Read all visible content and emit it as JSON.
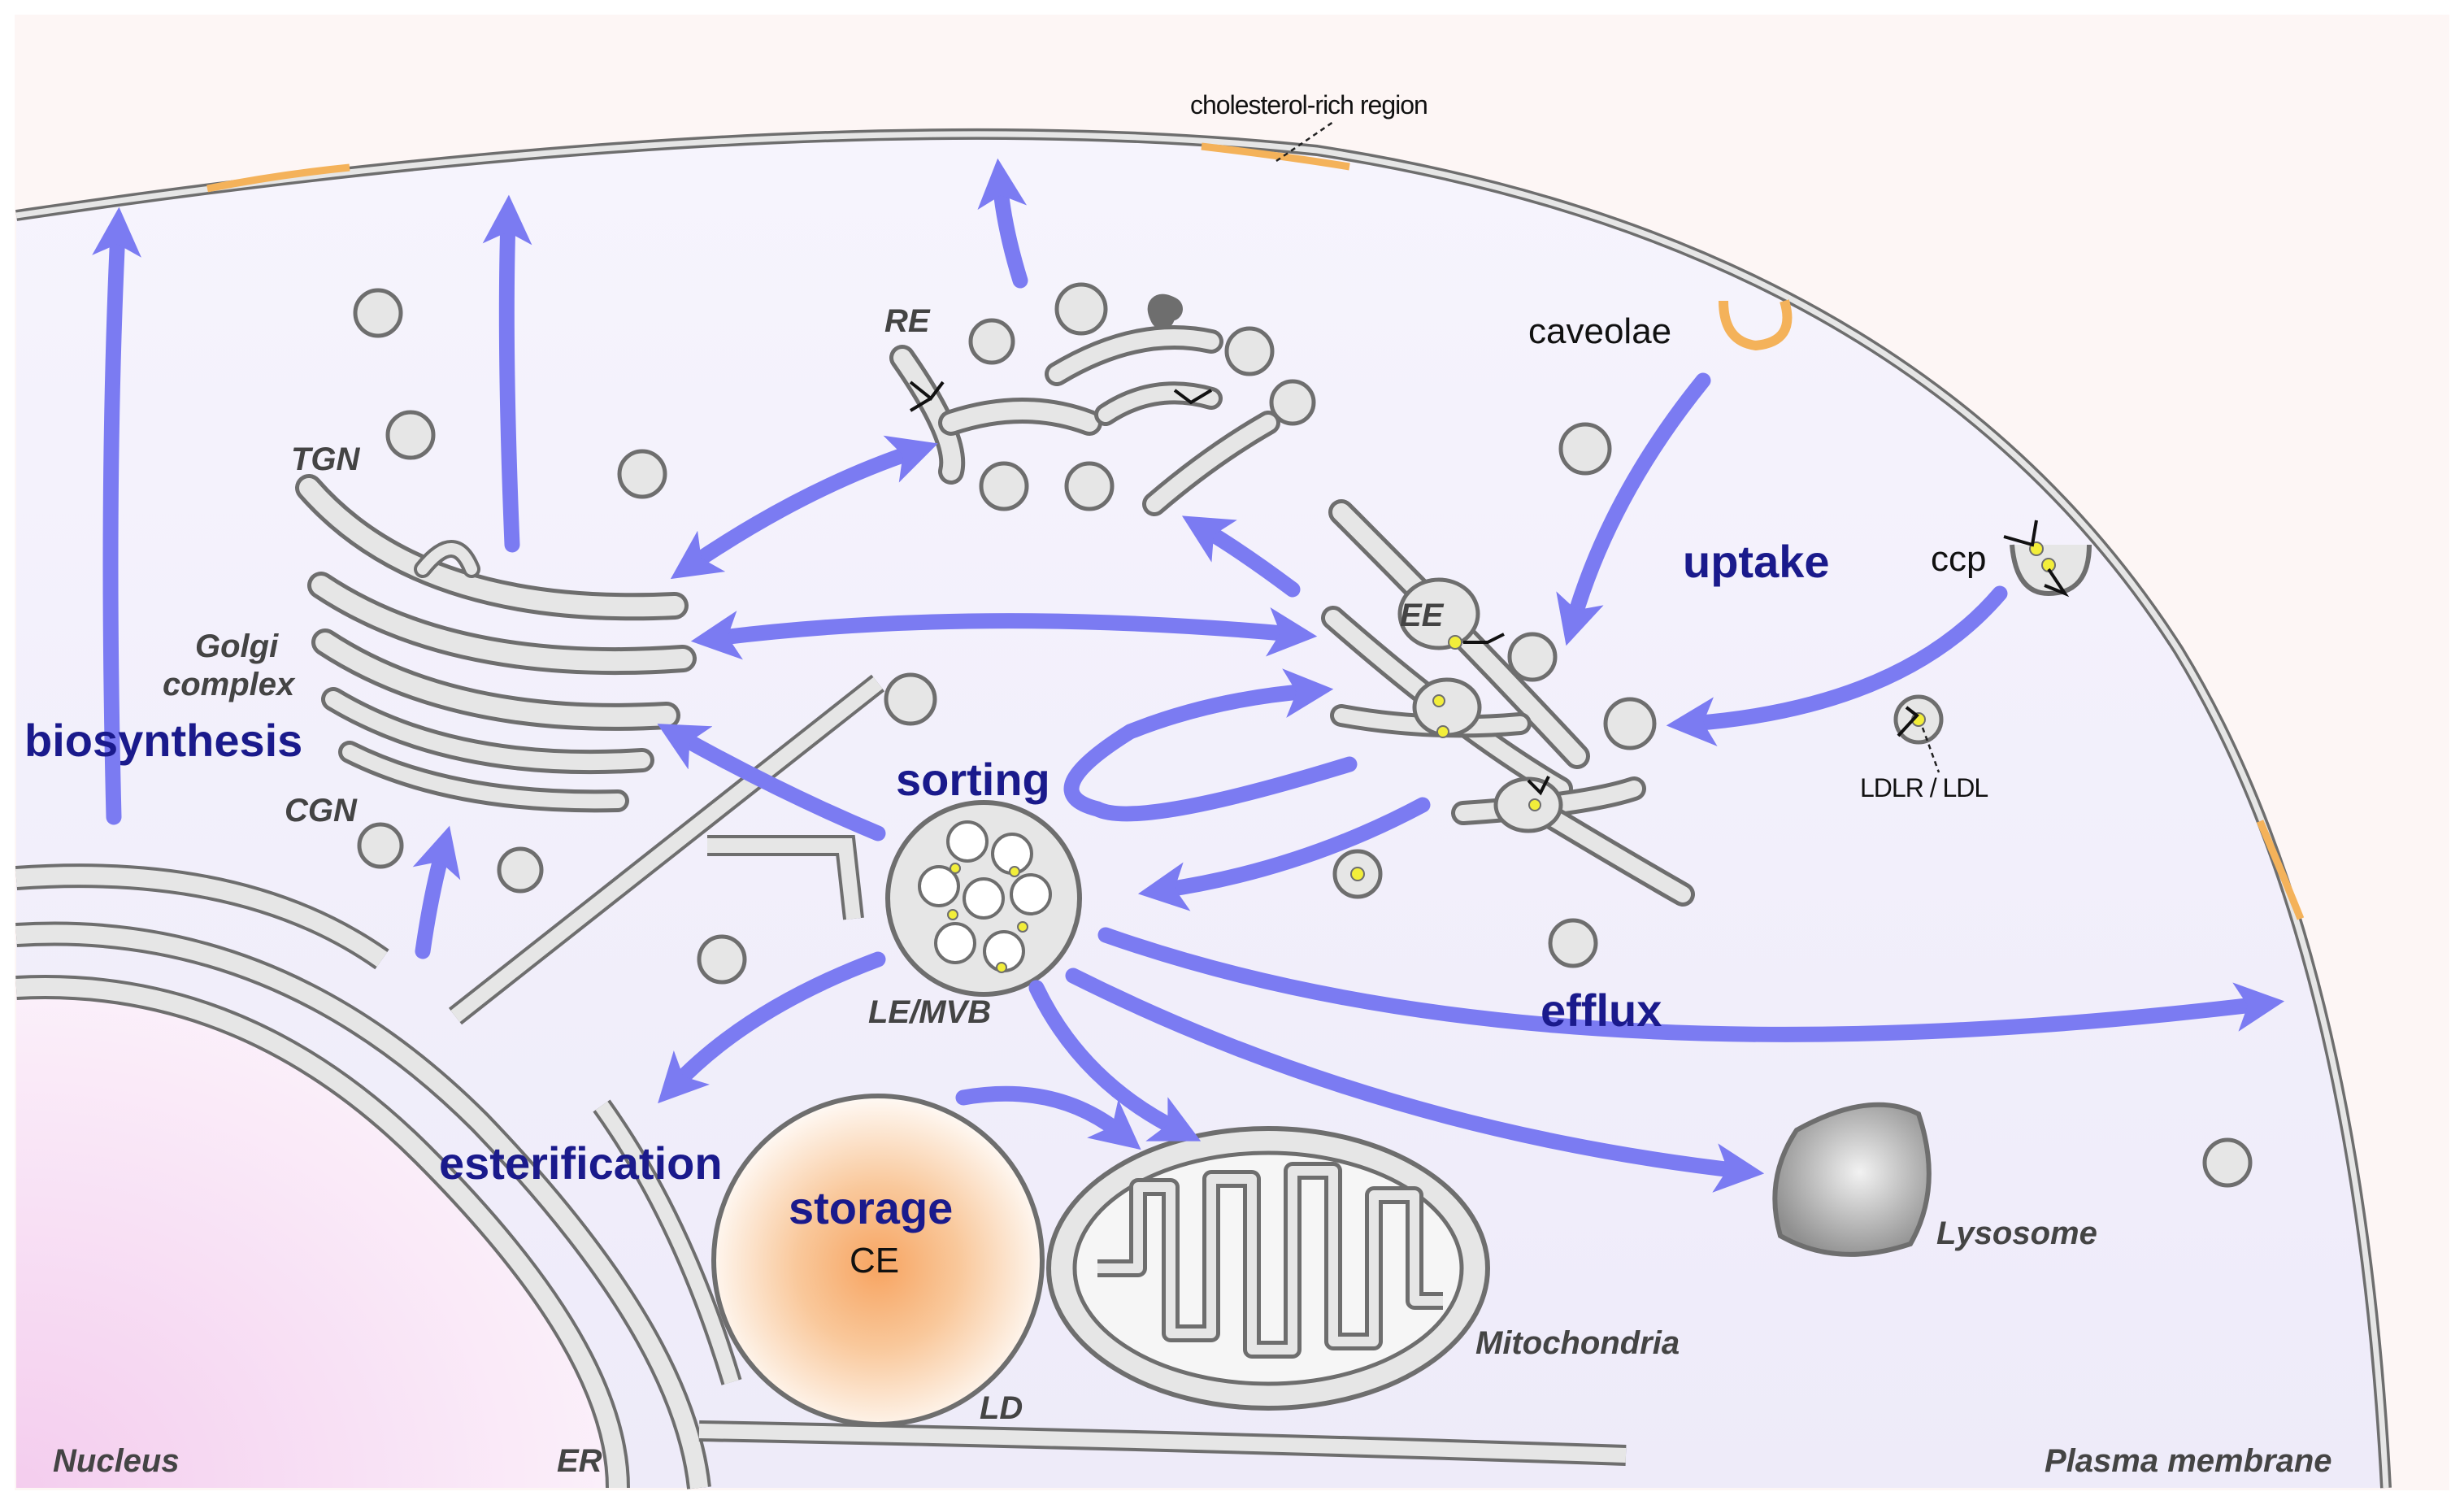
{
  "labels": {
    "cholesterol_rich_region": "cholesterol-rich region",
    "caveolae": "caveolae",
    "ccp": "ccp",
    "ldlr_ldl": "LDLR / LDL",
    "uptake": "uptake",
    "re": "RE",
    "ee": "EE",
    "tgn": "TGN",
    "golgi_line1": "Golgi",
    "golgi_line2": "complex",
    "cgn": "CGN",
    "biosynthesis": "biosynthesis",
    "sorting": "sorting",
    "le_mvb": "LE/MVB",
    "efflux": "efflux",
    "esterification": "esterification",
    "storage": "storage",
    "ce": "CE",
    "ld": "LD",
    "mitochondria": "Mitochondria",
    "lysosome": "Lysosome",
    "nucleus": "Nucleus",
    "er": "ER",
    "plasma_membrane": "Plasma membrane"
  },
  "colors": {
    "arrow": "#7b7bf2",
    "process_text": "#1a1a8c",
    "organelle_text": "#444444",
    "cholesterol_region": "#f4b25a",
    "cell_interior": "#f3f1fb",
    "membrane_outline": "#6e6e6e",
    "vesicle_fill": "#e6e6e6",
    "ldl_particle": "#f2ee3a",
    "lipid_droplet_core": "#f7a461",
    "nucleus_tint": "#f6d9f2"
  }
}
